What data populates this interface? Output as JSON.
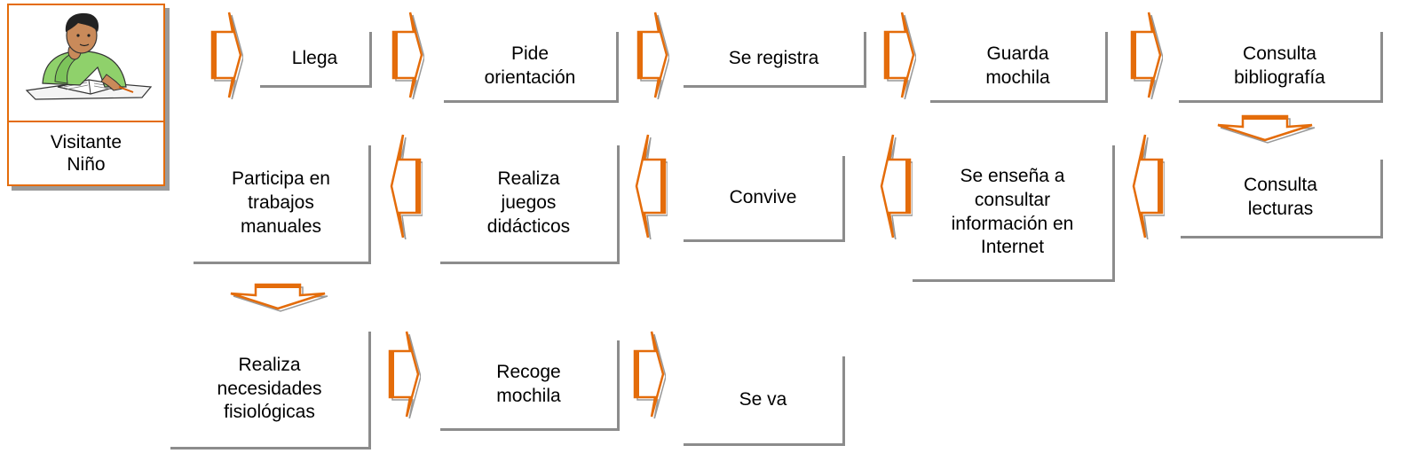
{
  "visitor": {
    "label": "Visitante\nNiño"
  },
  "steps": {
    "llega": "Llega",
    "pide_orientacion": "Pide\norientación",
    "se_registra": "Se registra",
    "guarda_mochila": "Guarda\nmochila",
    "consulta_bibliografia": "Consulta\nbibliografía",
    "consulta_lecturas": "Consulta\nlecturas",
    "se_ensena": "Se enseña a\nconsultar\ninformación en\nInternet",
    "convive": "Convive",
    "realiza_juegos": "Realiza\njuegos\ndidácticos",
    "participa": "Participa en\ntrabajos\nmanuales",
    "realiza_necesidades": "Realiza\nnecesidades\nfisiológicas",
    "recoge_mochila": "Recoge\nmochila",
    "se_va": "Se va"
  },
  "colors": {
    "accent": "#e46c0a",
    "bracket": "#8c8c8c",
    "shadow": "#9a9a9a"
  }
}
